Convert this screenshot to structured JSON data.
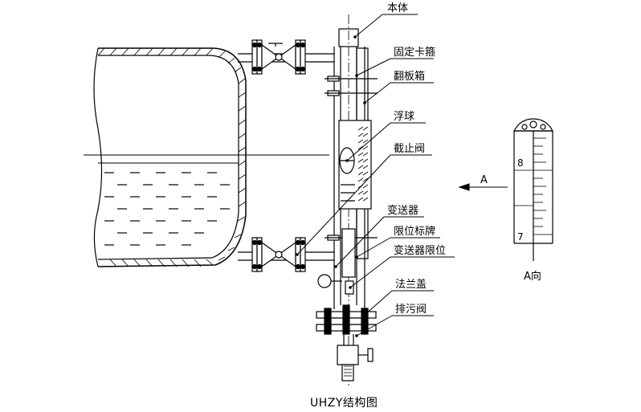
{
  "caption": "UHZY结构图",
  "labels": {
    "body": "本体",
    "clamp": "固定卡箍",
    "flap_box": "翻板箱",
    "float": "浮球",
    "stop_valve": "截止阀",
    "transmitter": "变送器",
    "limit_plate": "限位标牌",
    "transmitter_limit": "变送器限位",
    "flange_cover": "法兰盖",
    "drain_valve": "排污阀"
  },
  "view": {
    "arrow_label": "A",
    "title": "A向",
    "scale_upper": "8",
    "scale_lower": "7"
  }
}
